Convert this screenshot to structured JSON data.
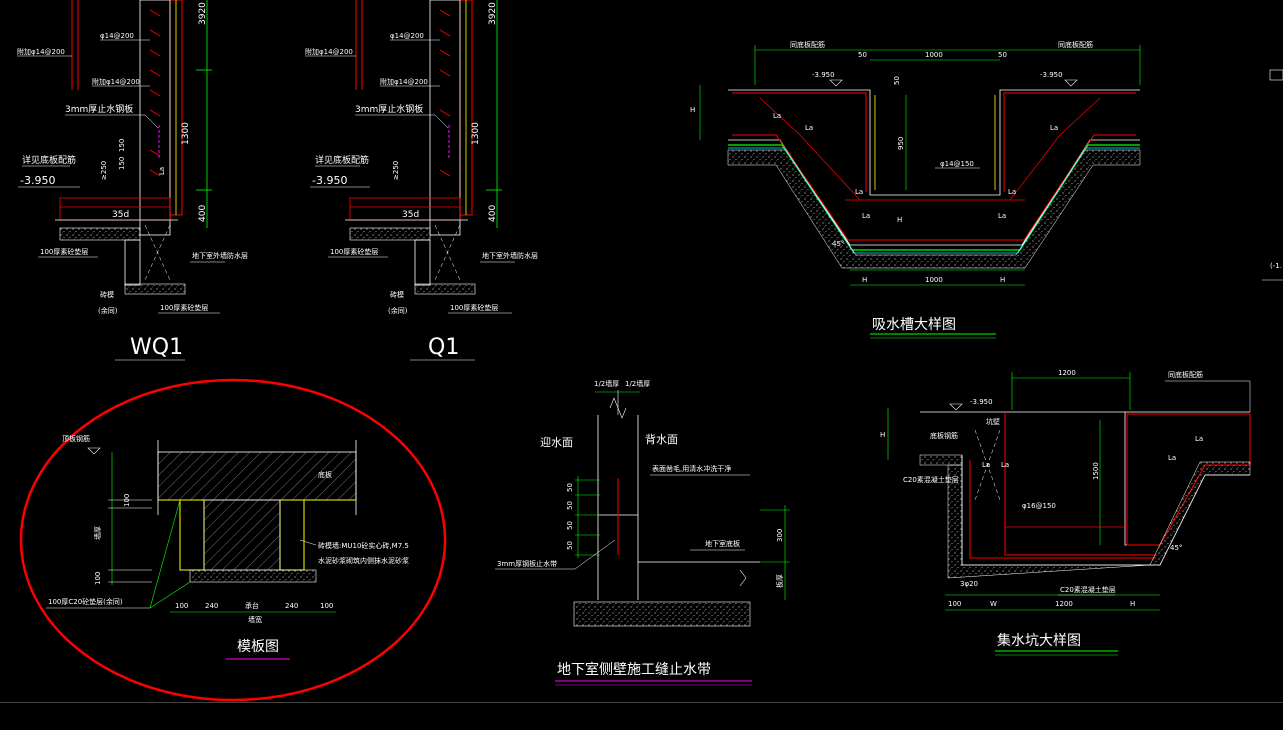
{
  "colors": {
    "background": "#000000",
    "line_white": "#ffffff",
    "line_red": "#ff0000",
    "line_green": "#00ff00",
    "line_yellow": "#ffff00",
    "line_cyan": "#00ffff",
    "line_magenta": "#ff00ff",
    "highlight_circle": "#ff0000"
  },
  "wq1": {
    "title": "WQ1",
    "dim_3920": "3920",
    "dim_1300": "1300",
    "dim_400": "400",
    "rebar_top": "φ14@200",
    "rebar_left": "附加φ14@200",
    "rebar_mid": "附加φ14@200",
    "waterstop": "3mm厚止水钢板",
    "see_floor": "详见底板配筋",
    "elev": "-3.950",
    "lap_35d": "35d",
    "dim_150a": "150",
    "dim_150b": "150",
    "dim_250": "≥250",
    "la": "La",
    "cushion_top": "100厚素砼垫层",
    "cushion_bot": "100厚素砼垫层",
    "brick": "砖模",
    "brick_note": "(余同)",
    "waterproof": "地下室外墙防水层"
  },
  "q1": {
    "title": "Q1",
    "dim_3920": "3920",
    "dim_1300": "1300",
    "dim_400": "400",
    "rebar_top": "φ14@200",
    "rebar_left": "附加φ14@200",
    "rebar_mid": "附加φ14@200",
    "waterstop": "3mm厚止水钢板",
    "see_floor": "详见底板配筋",
    "elev": "-3.950",
    "lap_35d": "35d",
    "dim_250": "≥250",
    "cushion_top": "100厚素砼垫层",
    "cushion_bot": "100厚素砼垫层",
    "brick": "砖模",
    "brick_note": "(余同)",
    "waterproof": "地下室外墙防水层"
  },
  "trench": {
    "title": "吸水槽大样图",
    "dim_50a": "50",
    "dim_1000": "1000",
    "dim_50b": "50",
    "note_left": "同底板配筋",
    "note_right": "同底板配筋",
    "elev_left": "-3.950",
    "elev_right": "-3.950",
    "dim_50c": "50",
    "dim_950": "950",
    "rebar": "φ14@150",
    "la1": "La",
    "la2": "La",
    "la3": "La",
    "la4": "La",
    "la5": "La",
    "la6": "La",
    "la7": "La",
    "h1": "H",
    "h2": "H",
    "h3": "H",
    "h4": "H",
    "bottom_1000": "1000",
    "angle": "45°"
  },
  "formwork": {
    "title": "模板图",
    "top_note": "顶板钢筋",
    "slab": "底板",
    "wall_dim": "墙厚",
    "dim_100a": "100",
    "dim_100b": "100",
    "brick_wall": "砖模墙:MU10砼实心砖,M7.5",
    "brick_wall2": "水泥砂浆砌筑内侧抹水泥砂浆",
    "cushion": "100厚C20砼垫层(余同)",
    "b_100a": "100",
    "b_240a": "240",
    "b_wall": "承台",
    "b_240b": "240",
    "b_100b": "100",
    "b_total": "墙宽"
  },
  "joint": {
    "title": "地下室侧壁施工缝止水带",
    "face_in": "迎水面",
    "face_back": "背水面",
    "half_a": "1/2墙厚",
    "half_b": "1/2墙厚",
    "note_clean": "表面凿毛,用清水冲洗干净",
    "waterstop": "3mm厚钢板止水带",
    "slab_top": "地下室底板",
    "dim_50a": "50",
    "dim_50b": "50",
    "dim_50c": "50",
    "dim_50d": "50",
    "dim_300": "300",
    "floor": "板厚"
  },
  "sump": {
    "title": "集水坑大样图",
    "dim_1200_top": "1200",
    "note_right": "同底板配筋",
    "elev": "-3.950",
    "note_slab": "底板钢筋",
    "note_wall": "坑壁",
    "cushion_c20": "C20素混凝土垫层",
    "dim_1500": "1500",
    "rebar": "φ16@150",
    "la1": "La",
    "la2": "La",
    "la3": "La",
    "la4": "La",
    "h_left": "H",
    "h_bottom": "H",
    "dim_w": "W",
    "dim_1200_bot": "1200",
    "dim_100": "100",
    "rebar_3": "3φ20",
    "cushion_bot": "C20素混凝土垫层",
    "angle": "45°",
    "side_label": "(-1."
  }
}
